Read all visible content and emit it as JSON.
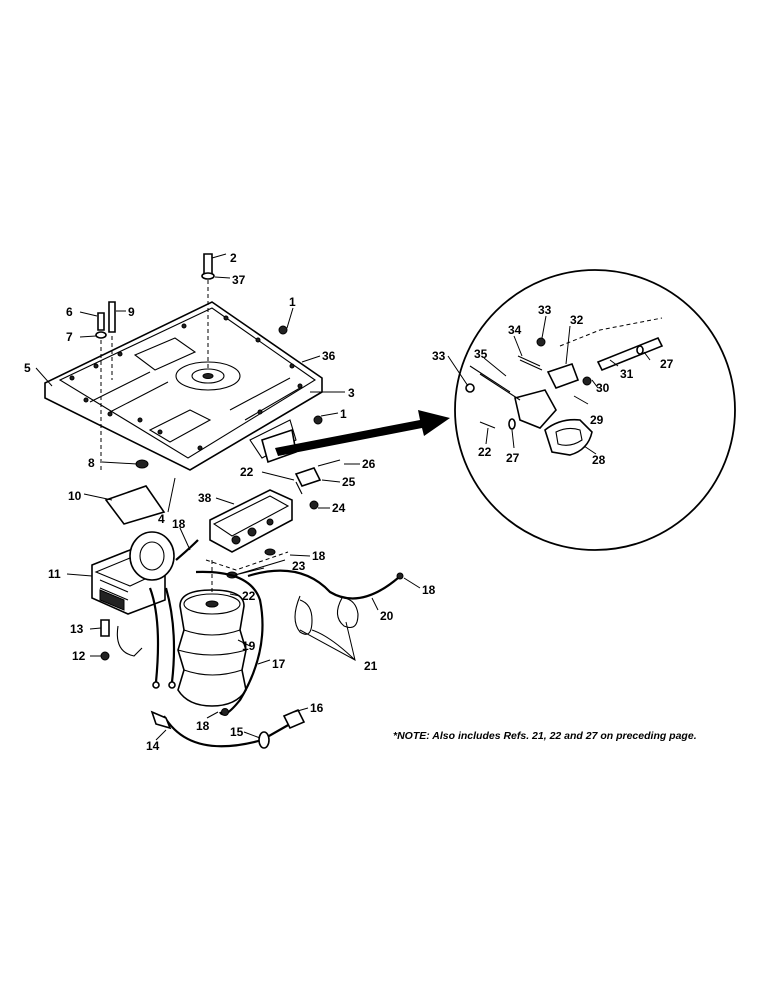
{
  "callouts": {
    "c1a": "1",
    "c1b": "1",
    "c2": "2",
    "c3": "3",
    "c4": "4",
    "c5": "5",
    "c6": "6",
    "c7": "7",
    "c8": "8",
    "c9": "9",
    "c10": "10",
    "c11": "11",
    "c12": "12",
    "c13": "13",
    "c14": "14",
    "c15": "15",
    "c16": "16",
    "c17": "17",
    "c18a": "18",
    "c18b": "18",
    "c18c": "18",
    "c18d": "18",
    "c19": "19",
    "c20": "20",
    "c21": "21",
    "c22a": "22",
    "c22b": "22",
    "c22c": "22",
    "c23": "23",
    "c24": "24",
    "c25": "25",
    "c26": "26",
    "c27a": "27",
    "c27b": "27",
    "c28": "28",
    "c29": "29",
    "c30": "30",
    "c31": "31",
    "c32": "32",
    "c33a": "33",
    "c33b": "33",
    "c34": "34",
    "c35": "35",
    "c36": "36",
    "c37": "37",
    "c38": "38"
  },
  "note": {
    "label": "*NOTE:",
    "text": " Also includes Refs. 21, 22 and 27 on preceding page."
  }
}
